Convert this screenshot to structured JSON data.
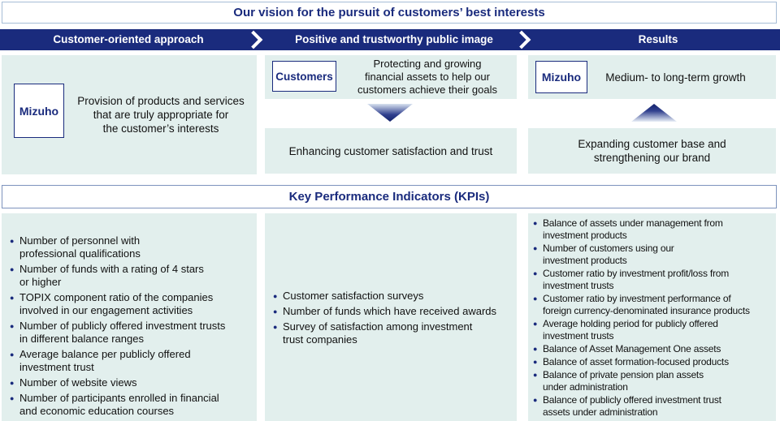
{
  "colors": {
    "navy": "#1a2b7d",
    "panel_teal": "#e2efed",
    "top_header_border": "#a7bdd6",
    "kpi_header_border": "#7d93bd",
    "white": "#ffffff",
    "text": "#111111"
  },
  "vision_header": {
    "title": "Our vision for the pursuit of customers’ best interests"
  },
  "flow": {
    "steps": [
      "Customer-oriented approach",
      "Positive and trustworthy public image",
      "Results"
    ],
    "separator_icon": "chevron-right"
  },
  "vision": {
    "left": {
      "badge": "Mizuho",
      "text": "Provision of products and services\nthat are truly appropriate for\nthe customer’s interests"
    },
    "middle": {
      "badge": "Customers",
      "text": "Protecting and growing\nfinancial assets to help our\ncustomers achieve their goals",
      "arrow_icon": "down-arrow",
      "outcome": "Enhancing customer satisfaction and trust"
    },
    "right": {
      "badge": "Mizuho",
      "text": "Medium- to long-term growth",
      "arrow_icon": "up-arrow",
      "outcome": "Expanding customer base and\nstrengthening our brand"
    }
  },
  "kpi": {
    "title": "Key Performance Indicators (KPIs)",
    "bullet_glyph": "●",
    "columns": [
      {
        "items": [
          "Number of personnel with\nprofessional qualifications",
          "Number of funds with a rating of 4 stars\nor higher",
          "TOPIX component ratio of the companies\ninvolved in our engagement activities",
          "Number of publicly offered investment trusts\nin different balance ranges",
          "Average balance per publicly offered\ninvestment trust",
          "Number of website views",
          "Number of participants enrolled in financial\nand economic education courses"
        ]
      },
      {
        "items": [
          "Customer satisfaction surveys",
          "Number of funds which have received awards",
          "Survey of satisfaction among investment\ntrust companies"
        ]
      },
      {
        "items": [
          "Balance of assets under management from\ninvestment products",
          "Number of customers using our\ninvestment products",
          "Customer ratio by investment profit/loss from\ninvestment trusts",
          "Customer ratio by investment performance of\nforeign currency-denominated insurance products",
          "Average holding period for publicly offered\ninvestment trusts",
          "Balance of Asset Management One assets",
          "Balance of asset formation-focused products",
          "Balance of private pension plan assets\nunder administration",
          "Balance of publicly offered investment trust\nassets under administration"
        ]
      }
    ]
  }
}
